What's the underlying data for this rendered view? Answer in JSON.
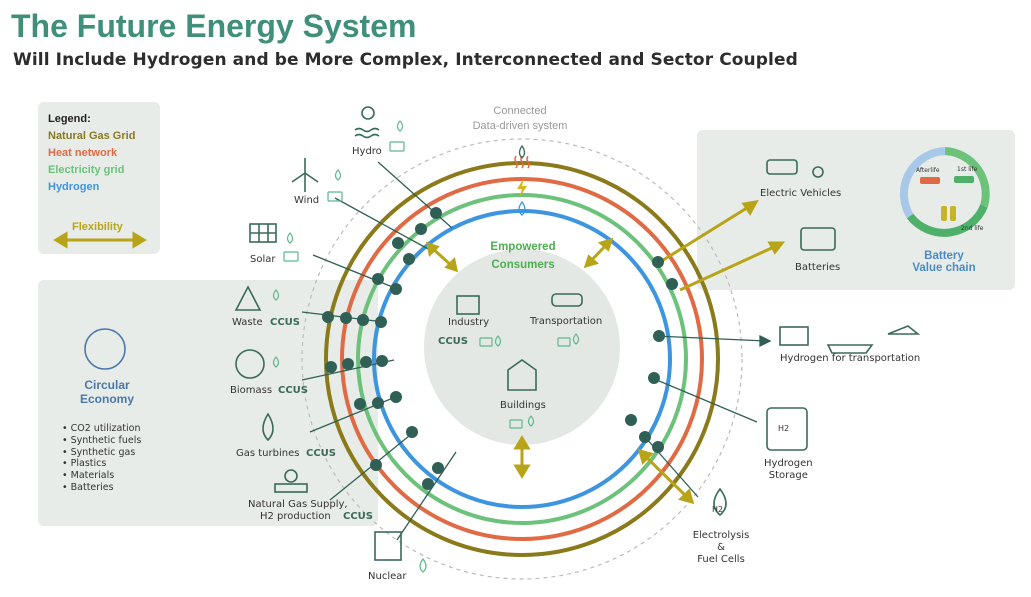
{
  "header": {
    "title": "The Future Energy System",
    "subtitle": "Will Include Hydrogen and be More Complex, Interconnected and Sector Coupled"
  },
  "legend": {
    "heading": "Legend:",
    "items": [
      {
        "label": "Natural Gas Grid",
        "color": "#8a7a1a"
      },
      {
        "label": "Heat network",
        "color": "#e06a44"
      },
      {
        "label": "Electricity grid",
        "color": "#6cc27a"
      },
      {
        "label": "Hydrogen",
        "color": "#3d95e0"
      }
    ],
    "flexibility": "Flexibility",
    "flex_color": "#b8a418"
  },
  "center": {
    "connected": "Connected",
    "data_driven": "Data-driven system",
    "empowered": "Empowered",
    "consumers": "Consumers",
    "industry": "Industry",
    "transportation": "Transportation",
    "buildings": "Buildings",
    "ccus": "CCUS"
  },
  "sources": {
    "hydro": "Hydro",
    "wind": "Wind",
    "solar": "Solar",
    "waste": "Waste",
    "biomass": "Biomass",
    "gas_turbines": "Gas turbines",
    "natural_gas_line1": "Natural Gas Supply,",
    "natural_gas_line2": "H2 production",
    "nuclear": "Nuclear",
    "ccus": "CCUS"
  },
  "circular": {
    "title_line1": "Circular",
    "title_line2": "Economy",
    "items": [
      "CO2 utilization",
      "Synthetic fuels",
      "Synthetic gas",
      "Plastics",
      "Materials",
      "Batteries"
    ]
  },
  "right": {
    "electric_vehicles": "Electric Vehicles",
    "batteries": "Batteries",
    "battery_vc_line1": "Battery",
    "battery_vc_line2": "Value chain",
    "life1": "1st life",
    "life2": "2nd life",
    "afterlife": "Afterlife",
    "hydrogen_transport": "Hydrogen for transportation",
    "hydrogen_storage_line1": "Hydrogen",
    "hydrogen_storage_line2": "Storage",
    "electrolysis_line1": "Electrolysis",
    "electrolysis_line2": "&",
    "electrolysis_line3": "Fuel Cells",
    "h2": "H2"
  },
  "colors": {
    "title": "#3f8f7a",
    "panel": "#e8ece8",
    "node": "#2f5f55",
    "icon": "#3a6b5a",
    "gas": "#8a7a1a",
    "heat": "#e06a44",
    "elec": "#6cc27a",
    "h2": "#3d95e0",
    "flex": "#b8a418"
  }
}
